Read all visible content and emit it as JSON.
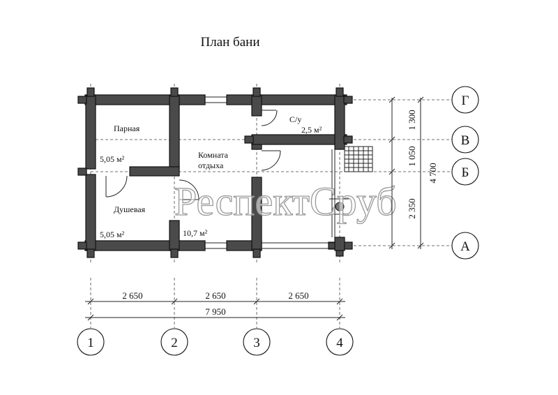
{
  "title": "План бани",
  "watermark": "РеспектСруб",
  "rooms": {
    "parnaya": {
      "name": "Парная",
      "area": "5,05 м²"
    },
    "dushevaya": {
      "name": "Душевая",
      "area": "5,05 м²"
    },
    "komnata": {
      "name_line1": "Комната",
      "name_line2": "отдыха",
      "area": "10,7 м²"
    },
    "su": {
      "name": "С/у",
      "area": "2,5 м²"
    }
  },
  "dimensions": {
    "bottom_segments": [
      "2 650",
      "2 650",
      "2 650"
    ],
    "bottom_total": "7 950",
    "right_segments": [
      "1 300",
      "1 050",
      "2 350"
    ],
    "right_total": "4 700"
  },
  "axes": {
    "numeric": [
      "1",
      "2",
      "3",
      "4"
    ],
    "letters": [
      "Г",
      "В",
      "Б",
      "А"
    ]
  },
  "colors": {
    "wall": "#4a4a4a",
    "line": "#111111",
    "background": "#ffffff"
  }
}
